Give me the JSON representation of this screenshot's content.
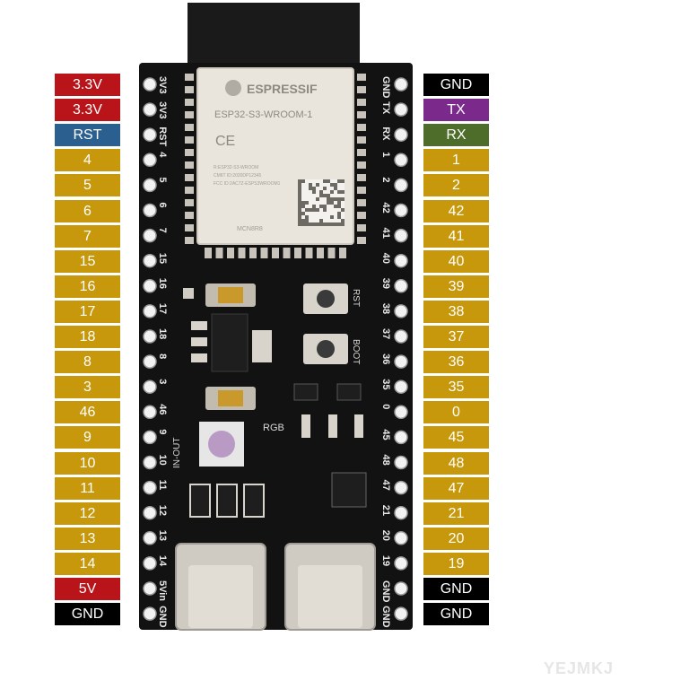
{
  "colors": {
    "power_3v3": "#b81419",
    "reset": "#2a5f8f",
    "gpio": "#c8980c",
    "ground": "#000000",
    "tx": "#7b2a8c",
    "rx": "#4f6d2a",
    "power_5v": "#b81419"
  },
  "left_labels": [
    {
      "text": "3.3V",
      "kind": "power_3v3"
    },
    {
      "text": "3.3V",
      "kind": "power_3v3"
    },
    {
      "text": "RST",
      "kind": "reset"
    },
    {
      "text": "4",
      "kind": "gpio"
    },
    {
      "text": "5",
      "kind": "gpio"
    },
    {
      "text": "6",
      "kind": "gpio"
    },
    {
      "text": "7",
      "kind": "gpio"
    },
    {
      "text": "15",
      "kind": "gpio"
    },
    {
      "text": "16",
      "kind": "gpio"
    },
    {
      "text": "17",
      "kind": "gpio"
    },
    {
      "text": "18",
      "kind": "gpio"
    },
    {
      "text": "8",
      "kind": "gpio"
    },
    {
      "text": "3",
      "kind": "gpio"
    },
    {
      "text": "46",
      "kind": "gpio"
    },
    {
      "text": "9",
      "kind": "gpio"
    },
    {
      "text": "10",
      "kind": "gpio"
    },
    {
      "text": "11",
      "kind": "gpio"
    },
    {
      "text": "12",
      "kind": "gpio"
    },
    {
      "text": "13",
      "kind": "gpio"
    },
    {
      "text": "14",
      "kind": "gpio"
    },
    {
      "text": "5V",
      "kind": "power_5v"
    },
    {
      "text": "GND",
      "kind": "ground"
    }
  ],
  "right_labels": [
    {
      "text": "GND",
      "kind": "ground"
    },
    {
      "text": "TX",
      "kind": "tx"
    },
    {
      "text": "RX",
      "kind": "rx"
    },
    {
      "text": "1",
      "kind": "gpio"
    },
    {
      "text": "2",
      "kind": "gpio"
    },
    {
      "text": "42",
      "kind": "gpio"
    },
    {
      "text": "41",
      "kind": "gpio"
    },
    {
      "text": "40",
      "kind": "gpio"
    },
    {
      "text": "39",
      "kind": "gpio"
    },
    {
      "text": "38",
      "kind": "gpio"
    },
    {
      "text": "37",
      "kind": "gpio"
    },
    {
      "text": "36",
      "kind": "gpio"
    },
    {
      "text": "35",
      "kind": "gpio"
    },
    {
      "text": "0",
      "kind": "gpio"
    },
    {
      "text": "45",
      "kind": "gpio"
    },
    {
      "text": "48",
      "kind": "gpio"
    },
    {
      "text": "47",
      "kind": "gpio"
    },
    {
      "text": "21",
      "kind": "gpio"
    },
    {
      "text": "20",
      "kind": "gpio"
    },
    {
      "text": "19",
      "kind": "gpio"
    },
    {
      "text": "GND",
      "kind": "ground"
    },
    {
      "text": "GND",
      "kind": "ground"
    }
  ],
  "board": {
    "left_silk": [
      "3V3",
      "3V3",
      "RST",
      "4",
      "5",
      "6",
      "7",
      "15",
      "16",
      "17",
      "18",
      "8",
      "3",
      "46",
      "9",
      "10",
      "11",
      "12",
      "13",
      "14",
      "5Vin",
      "GND"
    ],
    "right_silk": [
      "GND",
      "TX",
      "RX",
      "1",
      "2",
      "42",
      "41",
      "40",
      "39",
      "38",
      "37",
      "36",
      "35",
      "0",
      "45",
      "48",
      "47",
      "21",
      "20",
      "19",
      "GND",
      "GND"
    ],
    "module_brand": "ESPRESSIF",
    "module_name": "ESP32-S3-WROOM-1",
    "module_mark": "CE",
    "module_small_lines": [
      "R:ESP32-S3-WROOM",
      "CMIIT ID:2020DP12345",
      "FCC ID:2AC7Z-ESPS3WROOM1"
    ],
    "module_code": "MCN8R8",
    "rst_label": "RST",
    "boot_label": "BOOT",
    "rgb_label": "RGB",
    "in_out_label": "IN-OUT"
  },
  "watermark": "YEJMKJ"
}
